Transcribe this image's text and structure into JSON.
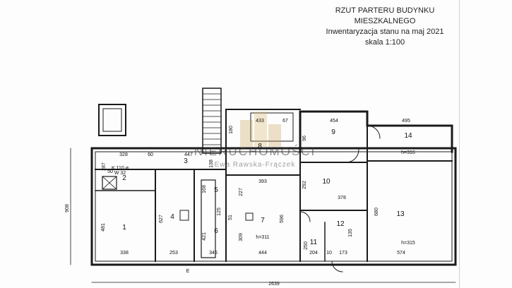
{
  "title": {
    "line1": "RZUT PARTERU BUDYNKU",
    "line2": "MIESZKALNEGO",
    "line3": "Inwentaryzacja stanu na maj 2021",
    "line4": "skala 1:100"
  },
  "watermark": {
    "brand": "NIERUCHOMOŚCI",
    "agent": "Ewa Rawska-Frączek"
  },
  "rooms": [
    "1",
    "2",
    "3",
    "4",
    "5",
    "6",
    "7",
    "8",
    "9",
    "10",
    "11",
    "12",
    "13",
    "14"
  ],
  "dimensions": {
    "d328": "328",
    "d447": "447",
    "d433": "433",
    "d67": "67",
    "d454": "454",
    "d495": "495",
    "d393": "393",
    "d338": "338",
    "d253": "253",
    "d346": "346",
    "d444": "444",
    "d204": "204",
    "d10": "10",
    "d173": "173",
    "d574": "574",
    "d481": "481",
    "d627": "627",
    "d309": "309",
    "d596": "596",
    "d250": "250",
    "d135": "135",
    "d680": "680",
    "d908": "908",
    "d287": "287",
    "d292": "292",
    "d227": "227",
    "d168": "168",
    "d138": "138",
    "d125": "125",
    "d51": "51",
    "d421": "421",
    "d180": "180",
    "d96": "96",
    "d60": "60",
    "d50": "50",
    "d378": "378",
    "d2639": "2639"
  },
  "labels": {
    "k110": "K 110 ø",
    "w32": "W 32",
    "h311": "h=311",
    "h316": "h=316",
    "h315": "h=315",
    "e": "E"
  }
}
